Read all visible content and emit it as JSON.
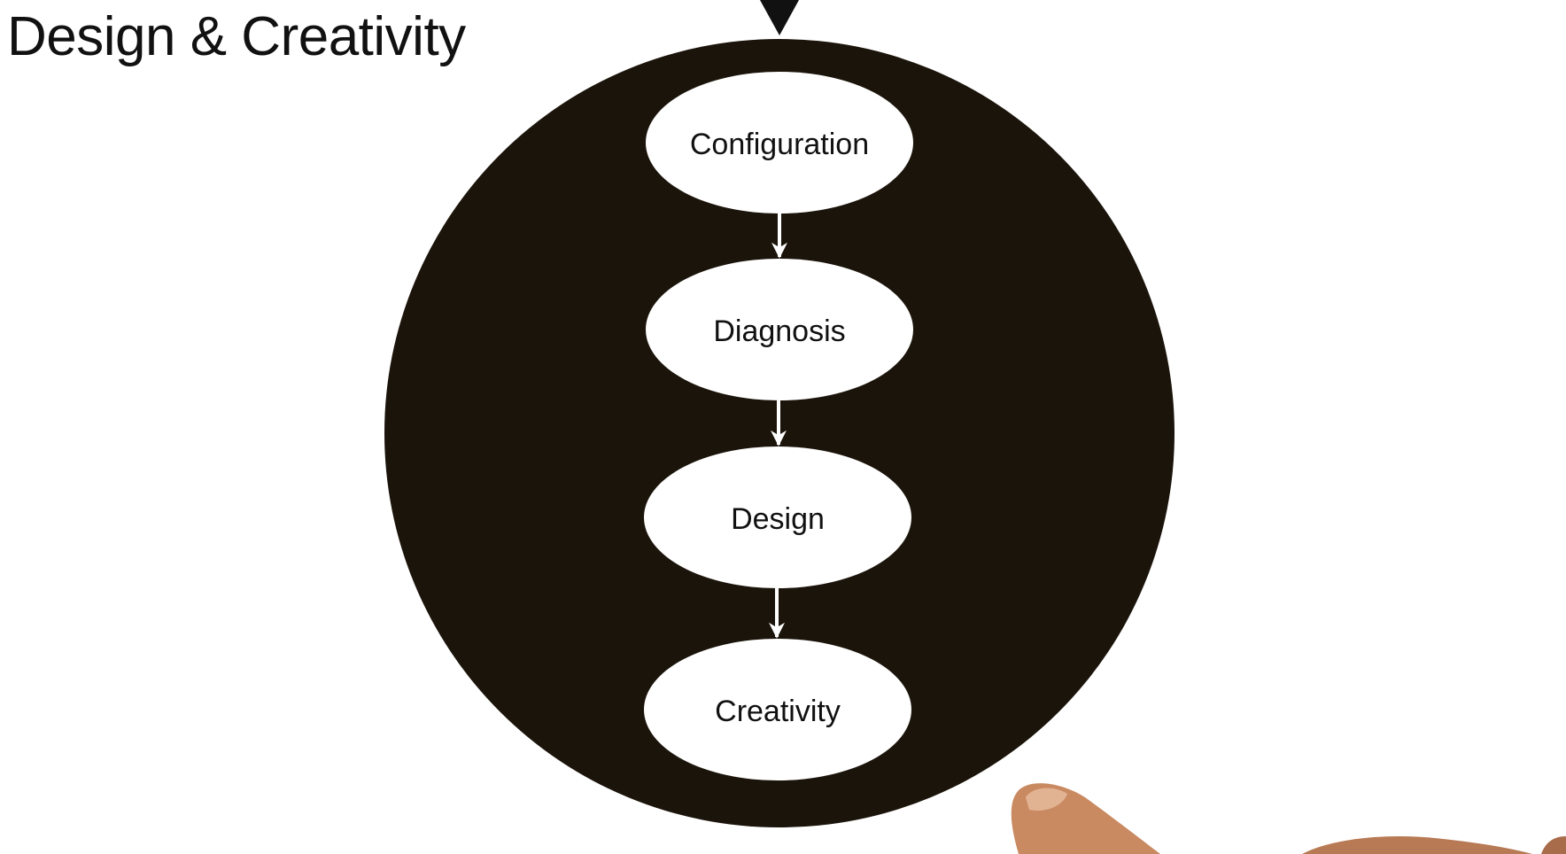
{
  "slide": {
    "title": "Design & Creativity"
  },
  "diagram": {
    "type": "vertical-flow",
    "nodes": [
      {
        "id": "configuration",
        "label": "Configuration"
      },
      {
        "id": "diagnosis",
        "label": "Diagnosis"
      },
      {
        "id": "design",
        "label": "Design"
      },
      {
        "id": "creativity",
        "label": "Creativity"
      }
    ],
    "edges": [
      {
        "from": "configuration",
        "to": "diagnosis"
      },
      {
        "from": "diagnosis",
        "to": "design"
      },
      {
        "from": "design",
        "to": "creativity"
      }
    ]
  },
  "colors": {
    "background": "#ffffff",
    "circle_fill": "#1b140b",
    "node_fill": "#ffffff",
    "arrow": "#ffffff",
    "text": "#111111",
    "hand_skin": "#c98a62"
  }
}
